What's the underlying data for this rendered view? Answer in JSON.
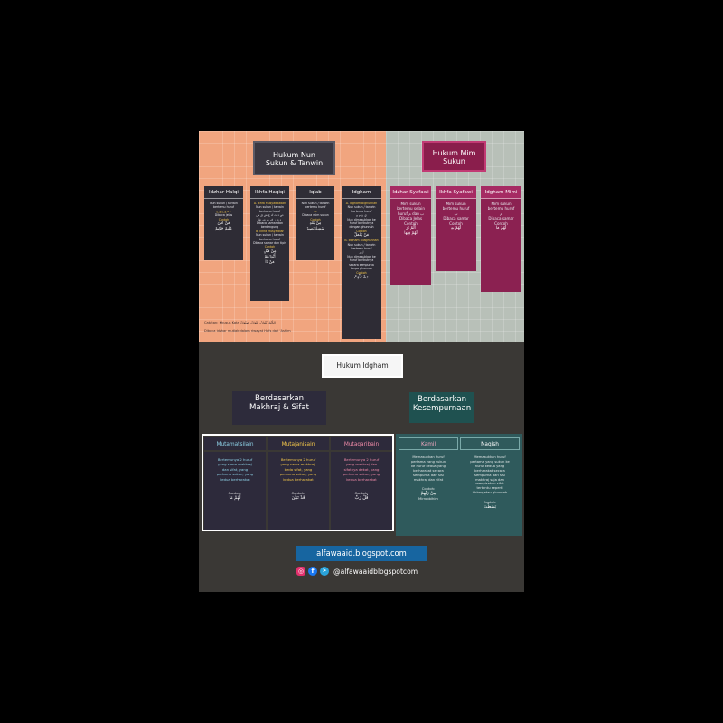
{
  "nun": {
    "title_line1": "Hukum Nun",
    "title_line2": "Sukun & Tanwin",
    "columns": [
      {
        "head": "Idzhar Halqi",
        "lines": [
          "Nun sukun / tanwin",
          "bertemu huruf",
          "ء ه ع ح غ خ",
          "Dibaca jelas",
          "Contoh",
          "مَنْ آمَنَ",
          "عَلِيمٌ حَكِيمٌ"
        ]
      },
      {
        "head": "Ikhfa Haqiqi",
        "lines": [
          "A. Ikhfa Musyaddadah",
          "Nun sukun / tanwin",
          "bertemu huruf",
          "ص ذ ث ك ج ش ق س",
          "د ط ز ف ت ض ظ",
          "Dibaca samar dan",
          "berdengung",
          "B. Ikhfa Musyaddar",
          "Nun sukun / tanwin",
          "bertemu huruf",
          "Dibaca samar dan tipis",
          "Contoh",
          "مِنْ قَبْلِ",
          "أَنْذِرْهُمْ",
          "مَنْ ذَا"
        ]
      },
      {
        "head": "Iqlab",
        "lines": [
          "Nun sukun / tanwin",
          "bertemu huruf",
          "ب",
          "Dibaca mim sukun",
          "Contoh",
          "مِنْ بَعْدِ",
          "سَمِيعٌ بَصِيرٌ"
        ]
      },
      {
        "head": "Idgham",
        "lines": [
          "A. Idgham Bighunnah",
          "Nun sukun / tanwin",
          "bertemu huruf",
          "ي ن م و",
          "Nun dimasukkan ke",
          "huruf berikutnya",
          "dengan ghunnah",
          "Contoh",
          "مَنْ يَعْمَلْ",
          "B. Idgham Bilaghunnah",
          "Nun sukun / tanwin",
          "bertemu huruf",
          "ل ر",
          "Nun dimasukkan ke",
          "huruf berikutnya",
          "secara sempurna",
          "tanpa ghunnah",
          "Contoh",
          "مِنْ رَبِّهِمْ"
        ]
      }
    ],
    "note1": "Catatan: Khusus Kata الدُّنْيَا، بُنْيَانٌ، قِنْوَانٌ، صِنْوَانٌ",
    "note2": "Dibaca idzhar mutlak dalam riwayat Hafs dari 'Ashim"
  },
  "mim": {
    "title_line1": "Hukum Mim",
    "title_line2": "Sukun",
    "columns": [
      {
        "head": "Idzhar Syafawi",
        "lines": [
          "Mim sukun",
          "bertemu selain",
          "huruf م dan ب",
          "Dibaca Jelas",
          "Contoh",
          "أَلَمْ تَرَ",
          "لَهُمْ فِيهَا"
        ]
      },
      {
        "head": "Ikhfa Syafawi",
        "lines": [
          "Mim sukun",
          "bertemu huruf",
          "ب",
          "Dibaca samar",
          "Contoh",
          "لَهُمْ بِهِ"
        ]
      },
      {
        "head": "Idgham Mimi",
        "lines": [
          "Mim sukun",
          "bertemu huruf",
          "م",
          "Dibaca samar",
          "Contoh",
          "لَهُمْ مَا"
        ]
      }
    ]
  },
  "idgham": {
    "title": "Hukum Idgham",
    "left_title_line1": "Berdasarkan",
    "left_title_line2": "Makhraj & Sifat",
    "right_title_line1": "Berdasarkan",
    "right_title_line2": "Kesempurnaan",
    "makhraj_columns": [
      {
        "head": "Mutamatsilain",
        "lines": [
          "Bertemunya 2 huruf",
          "yang sama makhraj",
          "dan sifat, yang",
          "pertama sukun, yang",
          "kedua berharakat"
        ],
        "contoh": "Contoh:",
        "ar": "لَهُمْ مَا"
      },
      {
        "head": "Mutajanisain",
        "lines": [
          "Bertemunya 2 huruf",
          "yang sama makhraj,",
          "beda sifat, yang",
          "pertama sukun, yang",
          "kedua berharakat"
        ],
        "contoh": "Contoh:",
        "ar": "قَدْ تَبَيَّنَ"
      },
      {
        "head": "Mutaqaribain",
        "lines": [
          "Bertemunya 2 huruf",
          "yang makhraj dan",
          "sifatnya dekat, yang",
          "pertama sukun, yang",
          "kedua berharakat"
        ],
        "contoh": "Contoh:",
        "ar": "قُلْ رَبِّ"
      }
    ],
    "kesempurnaan_columns": [
      {
        "head": "Kamil",
        "lines": [
          "Memasukkan huruf",
          "pertama yang sukun",
          "ke huruf kedua yang",
          "berharakat secara",
          "sempurna dari sisi",
          "makhraj dan sifat"
        ],
        "contoh": "Contoh:",
        "ar": "مِنْ رَبِّهِمْ",
        "extra": "Mirrobbihim"
      },
      {
        "head": "Naqish",
        "lines": [
          "Memasukkan huruf",
          "pertama yang sukun ke",
          "huruf kedua yang",
          "berharakat secara",
          "sempurna dari sisi",
          "makhraj saja dan",
          "menyisakan sifat",
          "tertentu seperti",
          "ithbaq atau ghunnah"
        ],
        "contoh": "Contoh:",
        "ar": "بَسَطْتَ"
      }
    ]
  },
  "footer": {
    "blog": "alfawaaid.blogspot.com",
    "handle": "@alfawaaidblogspotcom",
    "icons": [
      "instagram-icon",
      "facebook-icon",
      "telegram-icon"
    ]
  }
}
